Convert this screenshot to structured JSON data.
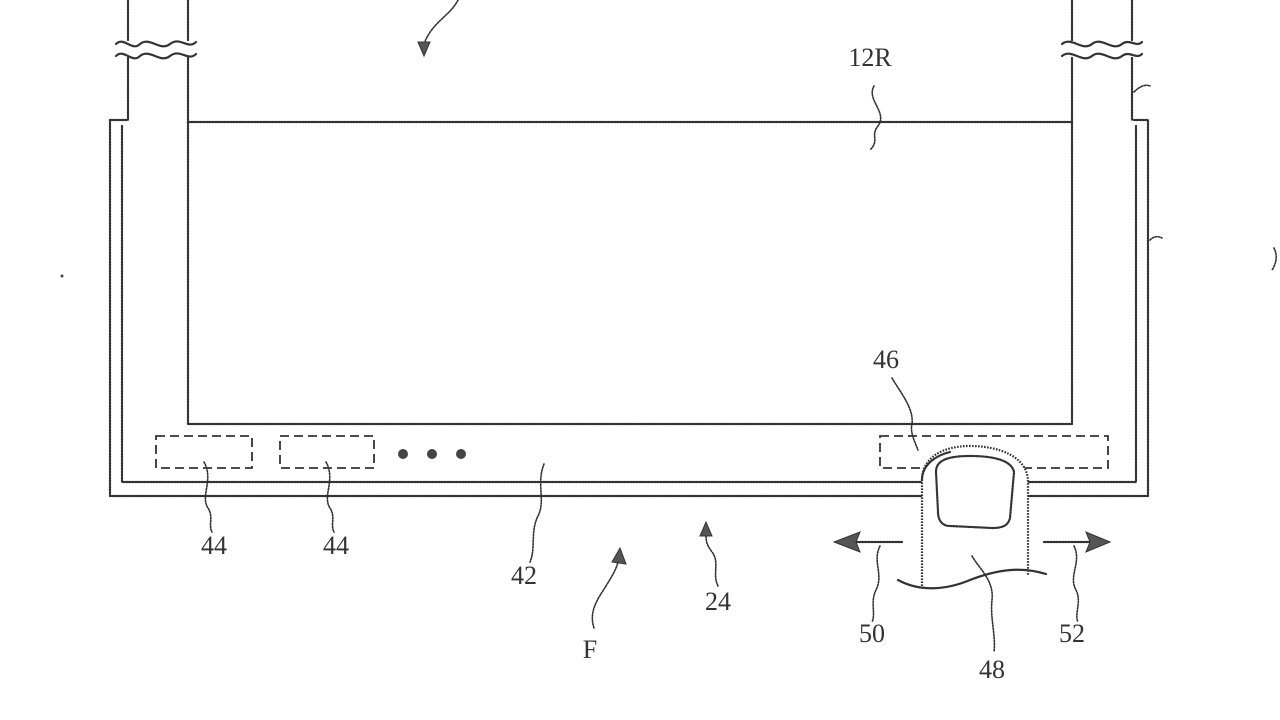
{
  "labels": {
    "r12": "12R",
    "r46": "46",
    "r44a": "44",
    "r44b": "44",
    "r42": "42",
    "f": "F",
    "r24": "24",
    "r50": "50",
    "r48": "48",
    "r52": "52"
  },
  "colors": {
    "line": "#333333",
    "background": "#ffffff"
  }
}
